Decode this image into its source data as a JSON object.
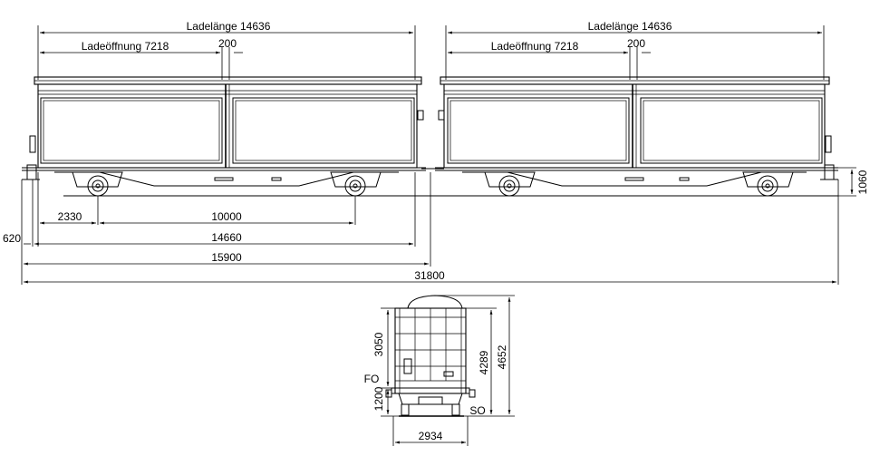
{
  "dimensions": {
    "load_length": "Ladelänge 14636",
    "load_opening_1": "Ladeöffnung 7218",
    "load_opening_2": "Ladeöffnung  7218",
    "gap": "200",
    "buffer_to_axle": "2330",
    "axle_distance": "10000",
    "overall_unit": "14660",
    "overall_wagon_half": "15900",
    "overall_total": "31800",
    "buffer_offset": "620",
    "floor_height": "1060",
    "end_upper": "3050",
    "end_lower": "1200",
    "floor_label": "FO",
    "rail_label": "SO",
    "height_body": "4289",
    "height_total": "4652",
    "width": "2934"
  }
}
